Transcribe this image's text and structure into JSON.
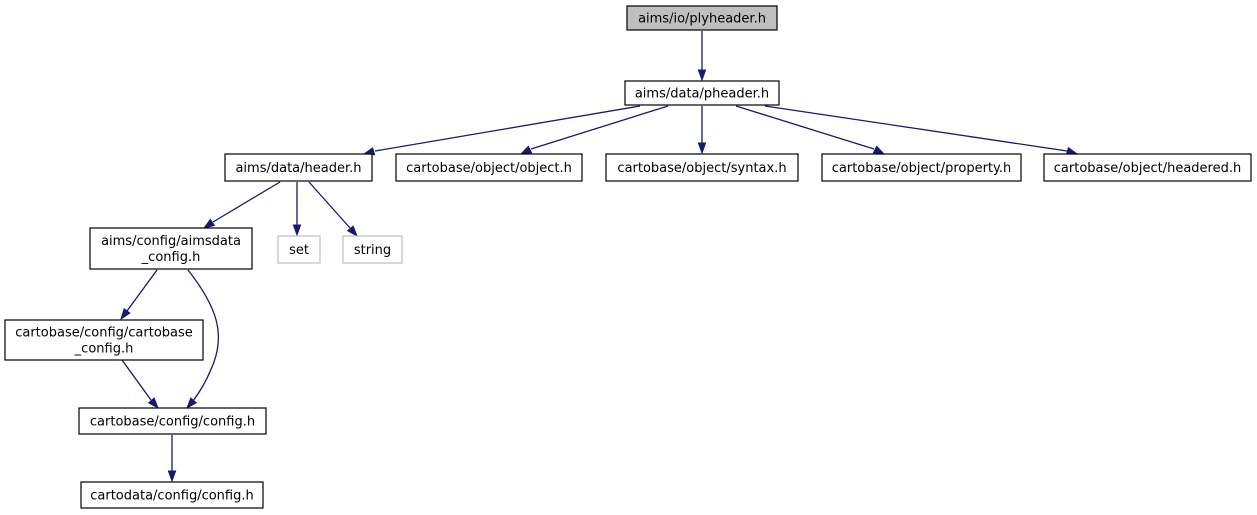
{
  "graph": {
    "colors": {
      "edge": "#191970",
      "root_fill": "#bfbfbf",
      "node_border": "#000000",
      "external_border": "#bfbfbf",
      "background": "#ffffff"
    },
    "nodes": [
      {
        "id": "plyheader",
        "lines": [
          "aims/io/plyheader.h"
        ],
        "kind": "root"
      },
      {
        "id": "pheader",
        "lines": [
          "aims/data/pheader.h"
        ],
        "kind": "normal"
      },
      {
        "id": "header",
        "lines": [
          "aims/data/header.h"
        ],
        "kind": "normal"
      },
      {
        "id": "object",
        "lines": [
          "cartobase/object/object.h"
        ],
        "kind": "normal"
      },
      {
        "id": "syntax",
        "lines": [
          "cartobase/object/syntax.h"
        ],
        "kind": "normal"
      },
      {
        "id": "property",
        "lines": [
          "cartobase/object/property.h"
        ],
        "kind": "normal"
      },
      {
        "id": "headered",
        "lines": [
          "cartobase/object/headered.h"
        ],
        "kind": "normal"
      },
      {
        "id": "aimsdata_config",
        "lines": [
          "aims/config/aimsdata",
          "_config.h"
        ],
        "kind": "normal"
      },
      {
        "id": "set",
        "lines": [
          "set"
        ],
        "kind": "external"
      },
      {
        "id": "string",
        "lines": [
          "string"
        ],
        "kind": "external"
      },
      {
        "id": "cartobase_config",
        "lines": [
          "cartobase/config/cartobase",
          "_config.h"
        ],
        "kind": "normal"
      },
      {
        "id": "cb_config",
        "lines": [
          "cartobase/config/config.h"
        ],
        "kind": "normal"
      },
      {
        "id": "cd_config",
        "lines": [
          "cartodata/config/config.h"
        ],
        "kind": "normal"
      }
    ],
    "edges": [
      {
        "from": "plyheader",
        "to": "pheader"
      },
      {
        "from": "pheader",
        "to": "header"
      },
      {
        "from": "pheader",
        "to": "object"
      },
      {
        "from": "pheader",
        "to": "syntax"
      },
      {
        "from": "pheader",
        "to": "property"
      },
      {
        "from": "pheader",
        "to": "headered"
      },
      {
        "from": "header",
        "to": "aimsdata_config"
      },
      {
        "from": "header",
        "to": "set"
      },
      {
        "from": "header",
        "to": "string"
      },
      {
        "from": "aimsdata_config",
        "to": "cartobase_config"
      },
      {
        "from": "aimsdata_config",
        "to": "cb_config"
      },
      {
        "from": "cartobase_config",
        "to": "cb_config"
      },
      {
        "from": "cb_config",
        "to": "cd_config"
      }
    ]
  }
}
